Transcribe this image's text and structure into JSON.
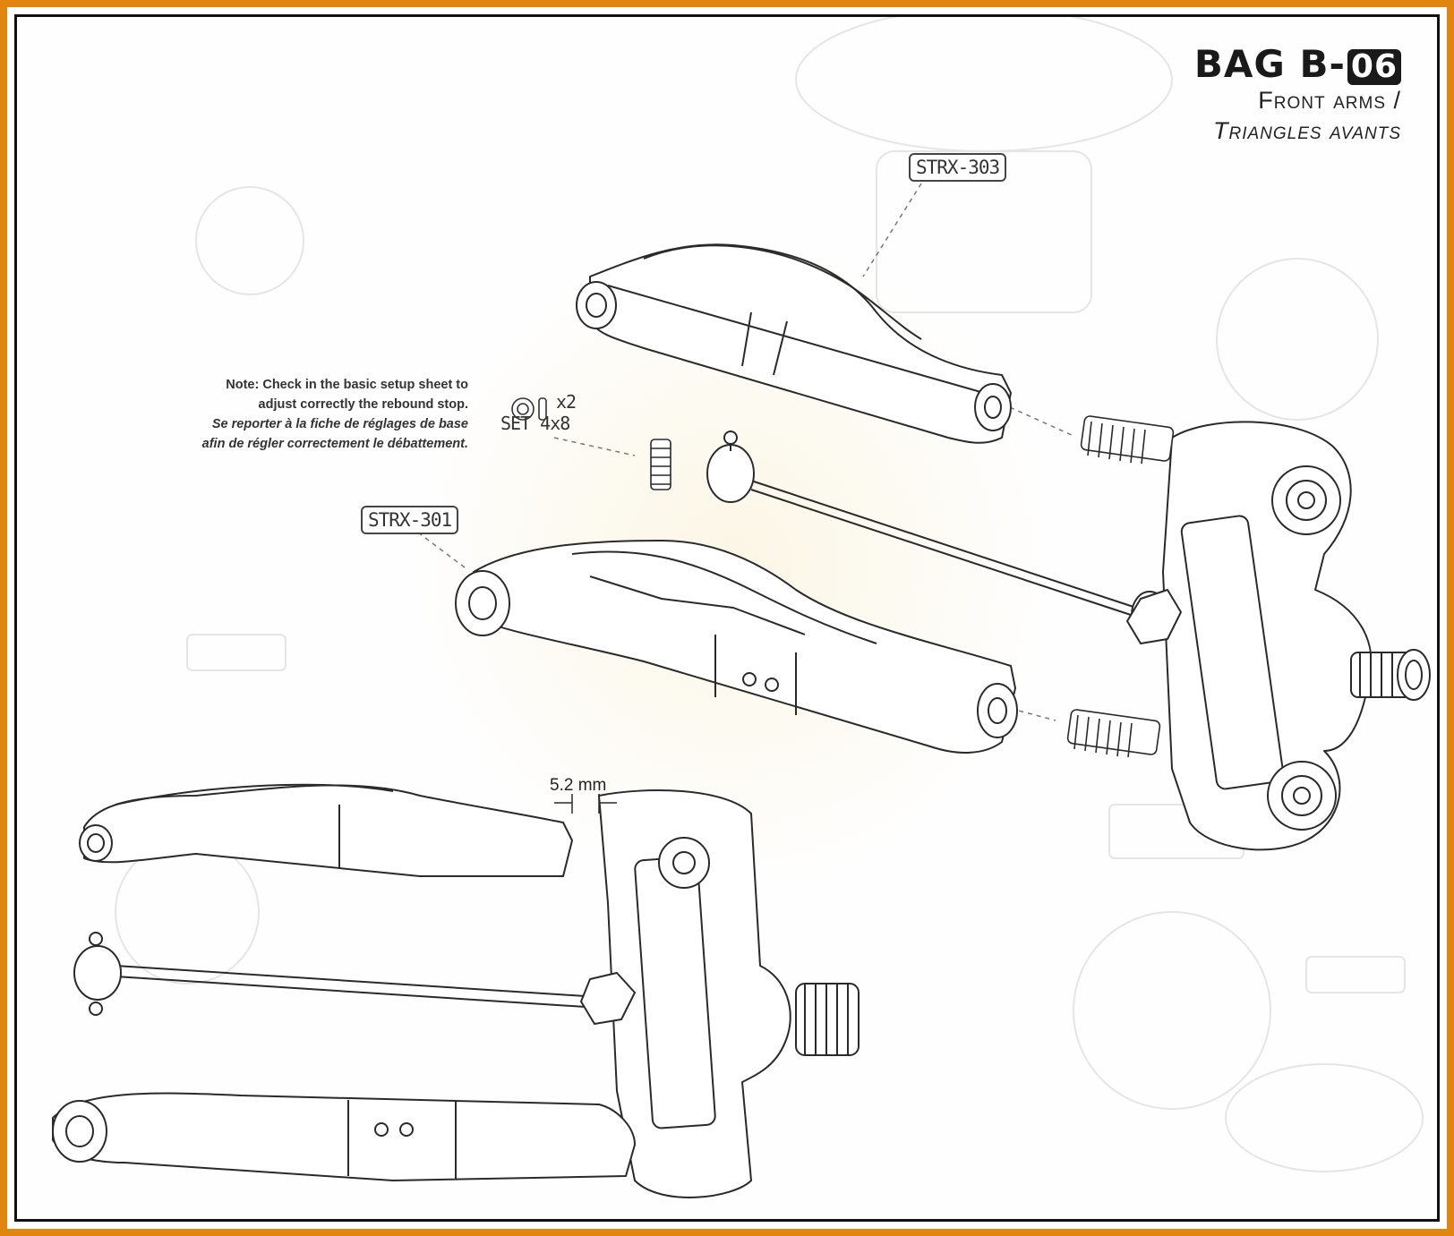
{
  "header": {
    "bag_prefix": "BAG B-",
    "bag_number": "06",
    "subtitle_en": "Front arms /",
    "subtitle_fr": "Triangles avants"
  },
  "parts": {
    "upper_arm": "STRX-303",
    "lower_arm": "STRX-301"
  },
  "hardware": {
    "qty": "x2",
    "name": "SET 4x8"
  },
  "note": {
    "line1": "Note: Check in the basic setup sheet to",
    "line2": "adjust correctly the rebound stop.",
    "line3": "Se reporter à la fiche de réglages de base",
    "line4": "afin de régler correctement le débattement."
  },
  "dimension": {
    "gap": "5.2 mm"
  },
  "colors": {
    "frame": "#e2850f",
    "border": "#111111",
    "line": "#2a2a2a"
  }
}
